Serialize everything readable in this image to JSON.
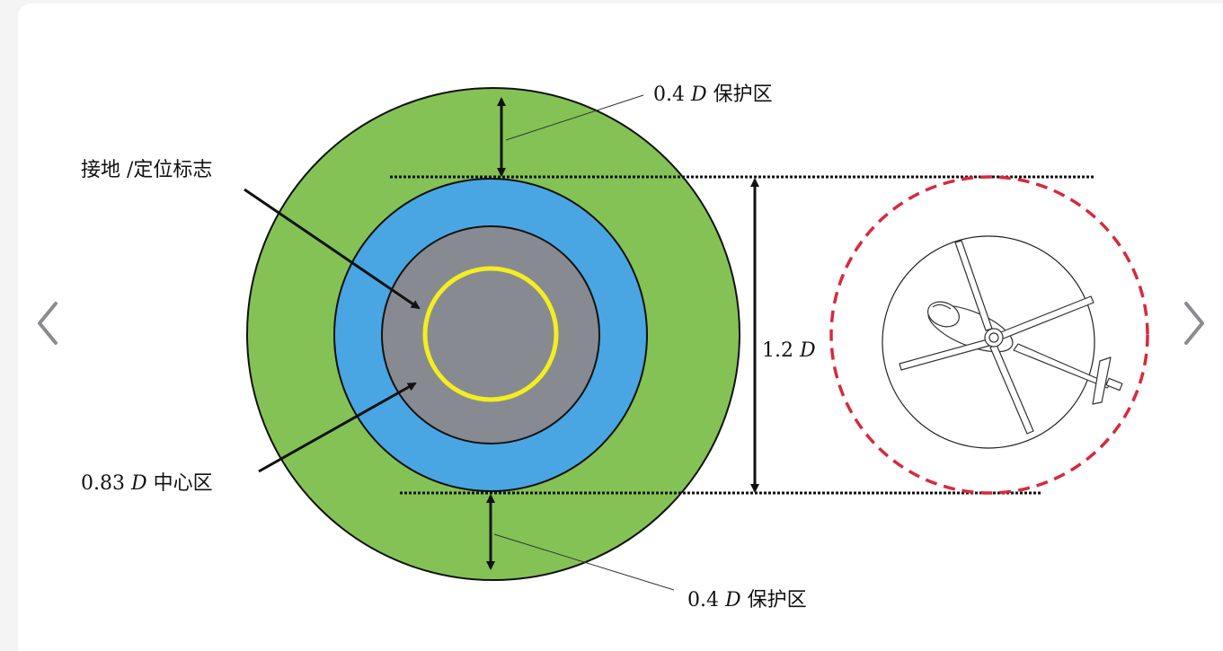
{
  "labels": {
    "protect_top": {
      "num": "0.4",
      "unit": "D",
      "text": "保护区"
    },
    "protect_bottom": {
      "num": "0.4",
      "unit": "D",
      "text": "保护区"
    },
    "marker": "接地 /定位标志",
    "center_zone": {
      "num": "0.83",
      "unit": "D",
      "text": "中心区"
    },
    "height": {
      "num": "1.2",
      "unit": "D"
    }
  },
  "colors": {
    "green_zone": "#84c255",
    "blue_zone": "#49a6e3",
    "gray_zone": "#888a92",
    "marker_ring": "#f4ee1e",
    "dashed_circle": "#d62a3c"
  },
  "icons": {
    "prev": "chevron-left-icon",
    "next": "chevron-right-icon"
  }
}
